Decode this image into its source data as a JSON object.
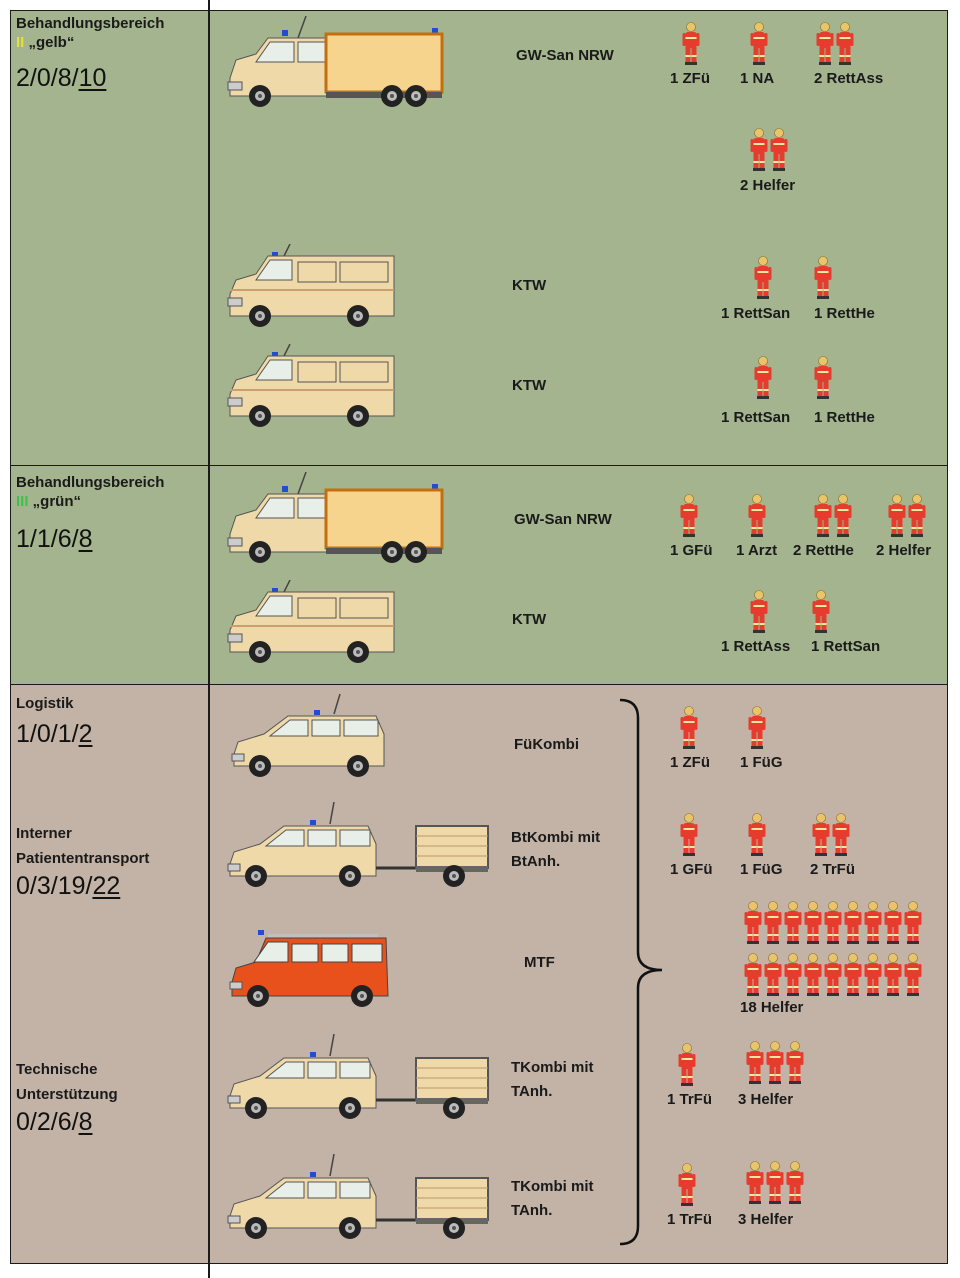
{
  "sections": {
    "yellow": {
      "title": "Behandlungsbereich",
      "roman": "II",
      "name": " „gelb“",
      "strength_prefix": "2/0/8/",
      "strength_total": "10"
    },
    "green": {
      "title": "Behandlungsbereich",
      "roman": "III",
      "name": " „grün“",
      "strength_prefix": "1/1/6/",
      "strength_total": "8"
    },
    "logistik": {
      "title": "Logistik",
      "strength_prefix": "1/0/1/",
      "strength_total": "2"
    },
    "transport": {
      "title_line1": "Interner",
      "title_line2": "Patiententransport",
      "strength_prefix": "0/3/19/",
      "strength_total": "22"
    },
    "technik": {
      "title_line1": "Technische",
      "title_line2": "Unterstützung",
      "strength_prefix": "0/2/6/",
      "strength_total": "8"
    }
  },
  "vehicles": {
    "v1": "GW-San NRW",
    "v2": "KTW",
    "v3": "KTW",
    "v4": "GW-San NRW",
    "v5": "KTW",
    "v6": "FüKombi",
    "v7_line1": "BtKombi mit",
    "v7_line2": "BtAnh.",
    "v8": "MTF",
    "v9_line1": "TKombi mit",
    "v9_line2": "TAnh.",
    "v10_line1": "TKombi mit",
    "v10_line2": "TAnh."
  },
  "personnel": {
    "p1": "1 ZFü",
    "p2": "1 NA",
    "p3": "2 RettAss",
    "p4": "2 Helfer",
    "p5": "1 RettSan",
    "p6": "1 RettHe",
    "p7": "1 RettSan",
    "p8": "1 RettHe",
    "p9": "1 GFü",
    "p10": "1 Arzt",
    "p11": "2 RettHe",
    "p12": "2 Helfer",
    "p13": "1 RettAss",
    "p14": "1 RettSan",
    "p15": "1 ZFü",
    "p16": "1 FüG",
    "p17": "1 GFü",
    "p18": "1 FüG",
    "p19": "2 TrFü",
    "p20": "18 Helfer",
    "p21": "1 TrFü",
    "p22": "3 Helfer",
    "p23": "1 TrFü",
    "p24": "3 Helfer"
  },
  "colors": {
    "treatment_bg": "#a3b48e",
    "logistics_bg": "#c2b3a6",
    "vehicle_beige": "#efd9a8",
    "box_orange": "#f7d48e",
    "mtf_red": "#e8501c",
    "person_red": "#e63c2e"
  }
}
